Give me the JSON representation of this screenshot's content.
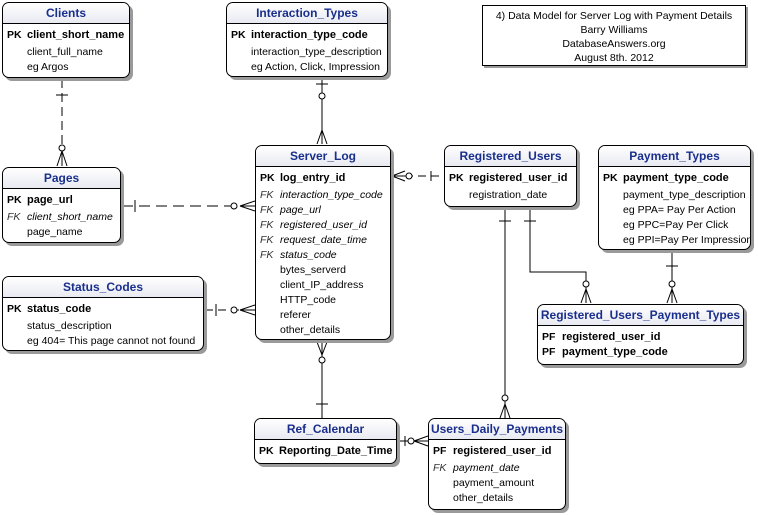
{
  "note": {
    "lines": [
      "4)  Data Model for Server Log with Payment Details",
      "Barry Williams",
      "DatabaseAnswers.org",
      "August 8th. 2012"
    ]
  },
  "clients": {
    "title": "Clients",
    "pk_label": "PK",
    "pk": "client_short_name",
    "attrs": [
      "client_full_name",
      "eg Argos"
    ]
  },
  "interaction_types": {
    "title": "Interaction_Types",
    "pk_label": "PK",
    "pk": "interaction_type_code",
    "attrs": [
      "interaction_type_description",
      "eg Action, Click, Impression"
    ]
  },
  "server_log": {
    "title": "Server_Log",
    "pk_label": "PK",
    "pk": "log_entry_id",
    "fk_label": "FK",
    "fks": [
      "interaction_type_code",
      "page_url",
      "registered_user_id",
      "request_date_time",
      "status_code"
    ],
    "attrs": [
      "bytes_serverd",
      "client_IP_address",
      "HTTP_code",
      "referer",
      "other_details"
    ]
  },
  "registered_users": {
    "title": "Registered_Users",
    "pk_label": "PK",
    "pk": "registered_user_id",
    "attrs": [
      "registration_date"
    ]
  },
  "payment_types": {
    "title": "Payment_Types",
    "pk_label": "PK",
    "pk": "payment_type_code",
    "attrs": [
      "payment_type_description",
      "eg PPA= Pay Per Action",
      "eg PPC=Pay Per Click",
      "eg PPI=Pay Per Impression"
    ]
  },
  "pages": {
    "title": "Pages",
    "pk_label": "PK",
    "pk": "page_url",
    "fk_label": "FK",
    "fks": [
      "client_short_name"
    ],
    "attrs": [
      "page_name"
    ]
  },
  "status_codes": {
    "title": "Status_Codes",
    "pk_label": "PK",
    "pk": "status_code",
    "attrs": [
      "status_description",
      "eg 404= This page cannot not found"
    ]
  },
  "registered_users_payment_types": {
    "title": "Registered_Users_Payment_Types",
    "pf_label": "PF",
    "pfs": [
      "registered_user_id",
      "payment_type_code"
    ]
  },
  "ref_calendar": {
    "title": "Ref_Calendar",
    "pk_label": "PK",
    "pk": "Reporting_Date_Time"
  },
  "users_daily_payments": {
    "title": "Users_Daily_Payments",
    "pf_label": "PF",
    "pf": "registered_user_id",
    "fk_label": "FK",
    "fks": [
      "payment_date"
    ],
    "attrs": [
      "payment_amount",
      "other_details"
    ]
  }
}
